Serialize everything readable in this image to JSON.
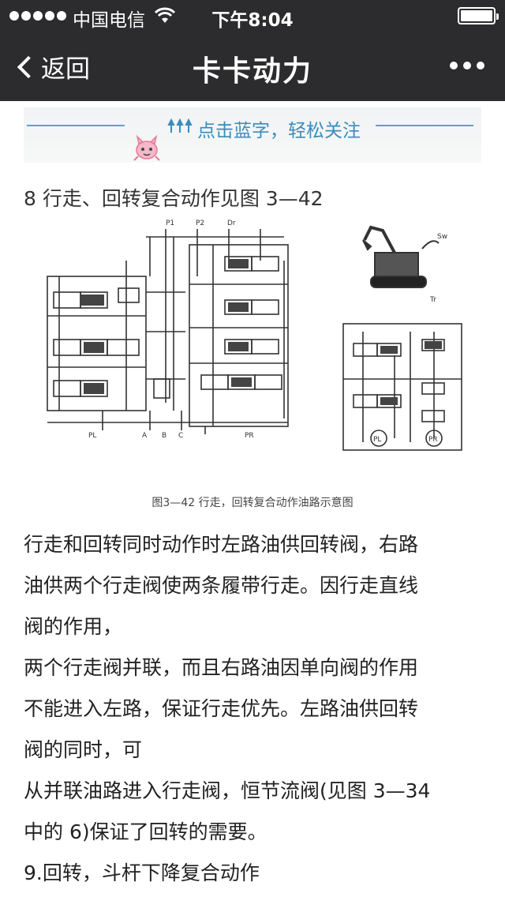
{
  "status_bar": {
    "carrier": "中国电信",
    "time": "下午8:04"
  },
  "nav": {
    "back_label": "返回",
    "title": "卡卡动力"
  },
  "banner": {
    "text": "点击蓝字，轻松关注"
  },
  "article": {
    "heading": "8 行走、回转复合动作见图 3—42",
    "figure_caption": "图3—42 行走，回转复合动作油路示意图",
    "figure_labels": [
      "P1",
      "P2",
      "Dr",
      "PL",
      "PR",
      "A",
      "B",
      "C",
      "Sw",
      "Tr",
      "PL",
      "PR"
    ],
    "body_lines": [
      "行走和回转同时动作时左路油供回转阀，右路",
      "油供两个行走阀使两条履带行走。因行走直线",
      "阀的作用，",
      "两个行走阀并联，而且右路油因单向阀的作用",
      "不能进入左路，保证行走优先。左路油供回转",
      "阀的同时，可",
      "从并联油路进入行走阀，恒节流阀(见图 3—34",
      "中的 6)保证了回转的需要。",
      " 9.回转，斗杆下降复合动作"
    ]
  },
  "colors": {
    "bar_background": "#2c2c2e",
    "banner_accent": "#3a8cbd"
  }
}
